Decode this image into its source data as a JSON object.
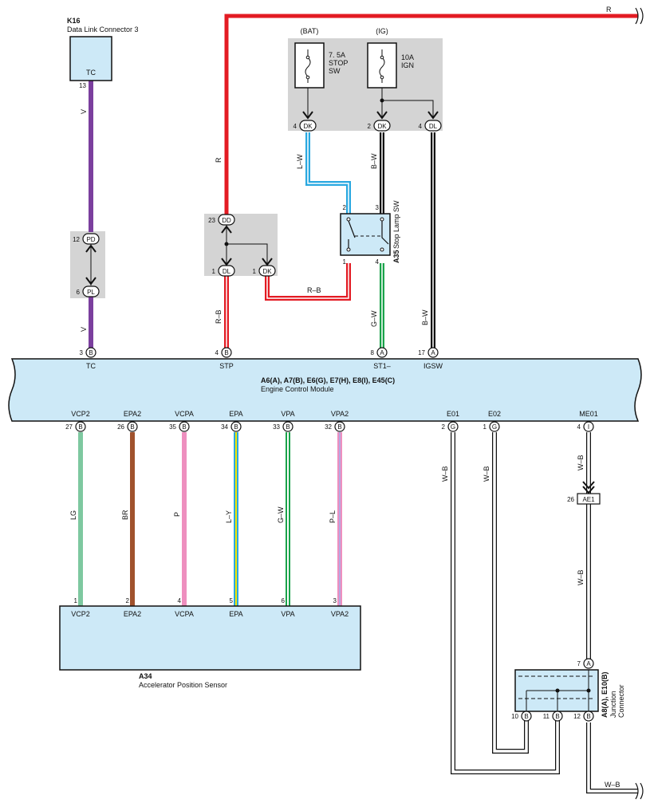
{
  "k16": {
    "code": "K16",
    "name": "Data Link Connector 3",
    "pin_label": "TC",
    "pin_no": "13"
  },
  "fuses": {
    "bat": {
      "header": "(BAT)",
      "line1": "7. 5A",
      "line2": "STOP",
      "line3": "SW"
    },
    "ig": {
      "header": "(IG)",
      "line1": "10A",
      "line2": "IGN"
    }
  },
  "terminals": {
    "dk_bat": {
      "no": "4",
      "code": "DK"
    },
    "dk_ig": {
      "no": "2",
      "code": "DK"
    },
    "dl_ig": {
      "no": "4",
      "code": "DL"
    },
    "pd": {
      "no": "12",
      "code": "PD"
    },
    "pl": {
      "no": "6",
      "code": "PL"
    },
    "dd": {
      "no": "23",
      "code": "DD"
    },
    "dl_mid": {
      "no": "1",
      "code": "DL"
    },
    "dk_mid": {
      "no": "1",
      "code": "DK"
    },
    "ae1": {
      "no": "26",
      "code": "AE1"
    }
  },
  "a35": {
    "code": "A35",
    "name": "Stop Lamp SW",
    "pins": {
      "top_left": "2",
      "top_right": "3",
      "bottom_left": "1",
      "bottom_right": "4"
    }
  },
  "ecm": {
    "title": "A6(A), A7(B), E6(G), E7(H), E8(I), E45(C)",
    "name": "Engine Control Module",
    "top_pins": [
      {
        "label": "TC",
        "no": "3",
        "conn": "B"
      },
      {
        "label": "STP",
        "no": "4",
        "conn": "B"
      },
      {
        "label": "ST1–",
        "no": "8",
        "conn": "A"
      },
      {
        "label": "IGSW",
        "no": "17",
        "conn": "A"
      }
    ],
    "bottom_pins": [
      {
        "label": "VCP2",
        "no": "27",
        "conn": "B"
      },
      {
        "label": "EPA2",
        "no": "26",
        "conn": "B"
      },
      {
        "label": "VCPA",
        "no": "35",
        "conn": "B"
      },
      {
        "label": "EPA",
        "no": "34",
        "conn": "B"
      },
      {
        "label": "VPA",
        "no": "33",
        "conn": "B"
      },
      {
        "label": "VPA2",
        "no": "32",
        "conn": "B"
      },
      {
        "label": "E01",
        "no": "2",
        "conn": "G"
      },
      {
        "label": "E02",
        "no": "1",
        "conn": "G"
      },
      {
        "label": "ME01",
        "no": "4",
        "conn": "I"
      }
    ]
  },
  "a34": {
    "code": "A34",
    "name": "Accelerator Position Sensor",
    "pins": [
      {
        "label": "VCP2",
        "no": "1"
      },
      {
        "label": "EPA2",
        "no": "2"
      },
      {
        "label": "VCPA",
        "no": "4"
      },
      {
        "label": "EPA",
        "no": "5"
      },
      {
        "label": "VPA",
        "no": "6"
      },
      {
        "label": "VPA2",
        "no": "3"
      }
    ]
  },
  "a8": {
    "code": "A8(A), E10(B)",
    "name1": "Junction",
    "name2": "Connector",
    "pins": {
      "top": "7",
      "top_conn": "A",
      "b1": "10",
      "b2": "11",
      "b3": "12",
      "b_conn": "B"
    }
  },
  "wires": {
    "r_top": "R",
    "r_vert": "R",
    "v_top": "V",
    "v_bottom": "V",
    "lw": "L–W",
    "bw_mid": "B–W",
    "bw_right": "B–W",
    "rb_vert": "R–B",
    "rb_horiz": "R–B",
    "gw_top": "G–W",
    "lg": "LG",
    "br": "BR",
    "p": "P",
    "ly": "L–Y",
    "gw": "G–W",
    "pl": "P–L",
    "wb1": "W–B",
    "wb2": "W–B",
    "wb3": "W–B",
    "wb4": "W–B",
    "wb5": "W–B"
  },
  "colors": {
    "red": "#e31b23",
    "violet": "#7b3f9e",
    "blue": "#29a8e0",
    "black": "#111111",
    "green": "#1aa34a",
    "lightgreen": "#7ec8a0",
    "brown": "#a0522d",
    "pink": "#ee8fbf",
    "yellow": "#f2e400",
    "lilac": "#b7a8e0",
    "panel": "#cde9f7",
    "gray": "#d4d4d4"
  }
}
